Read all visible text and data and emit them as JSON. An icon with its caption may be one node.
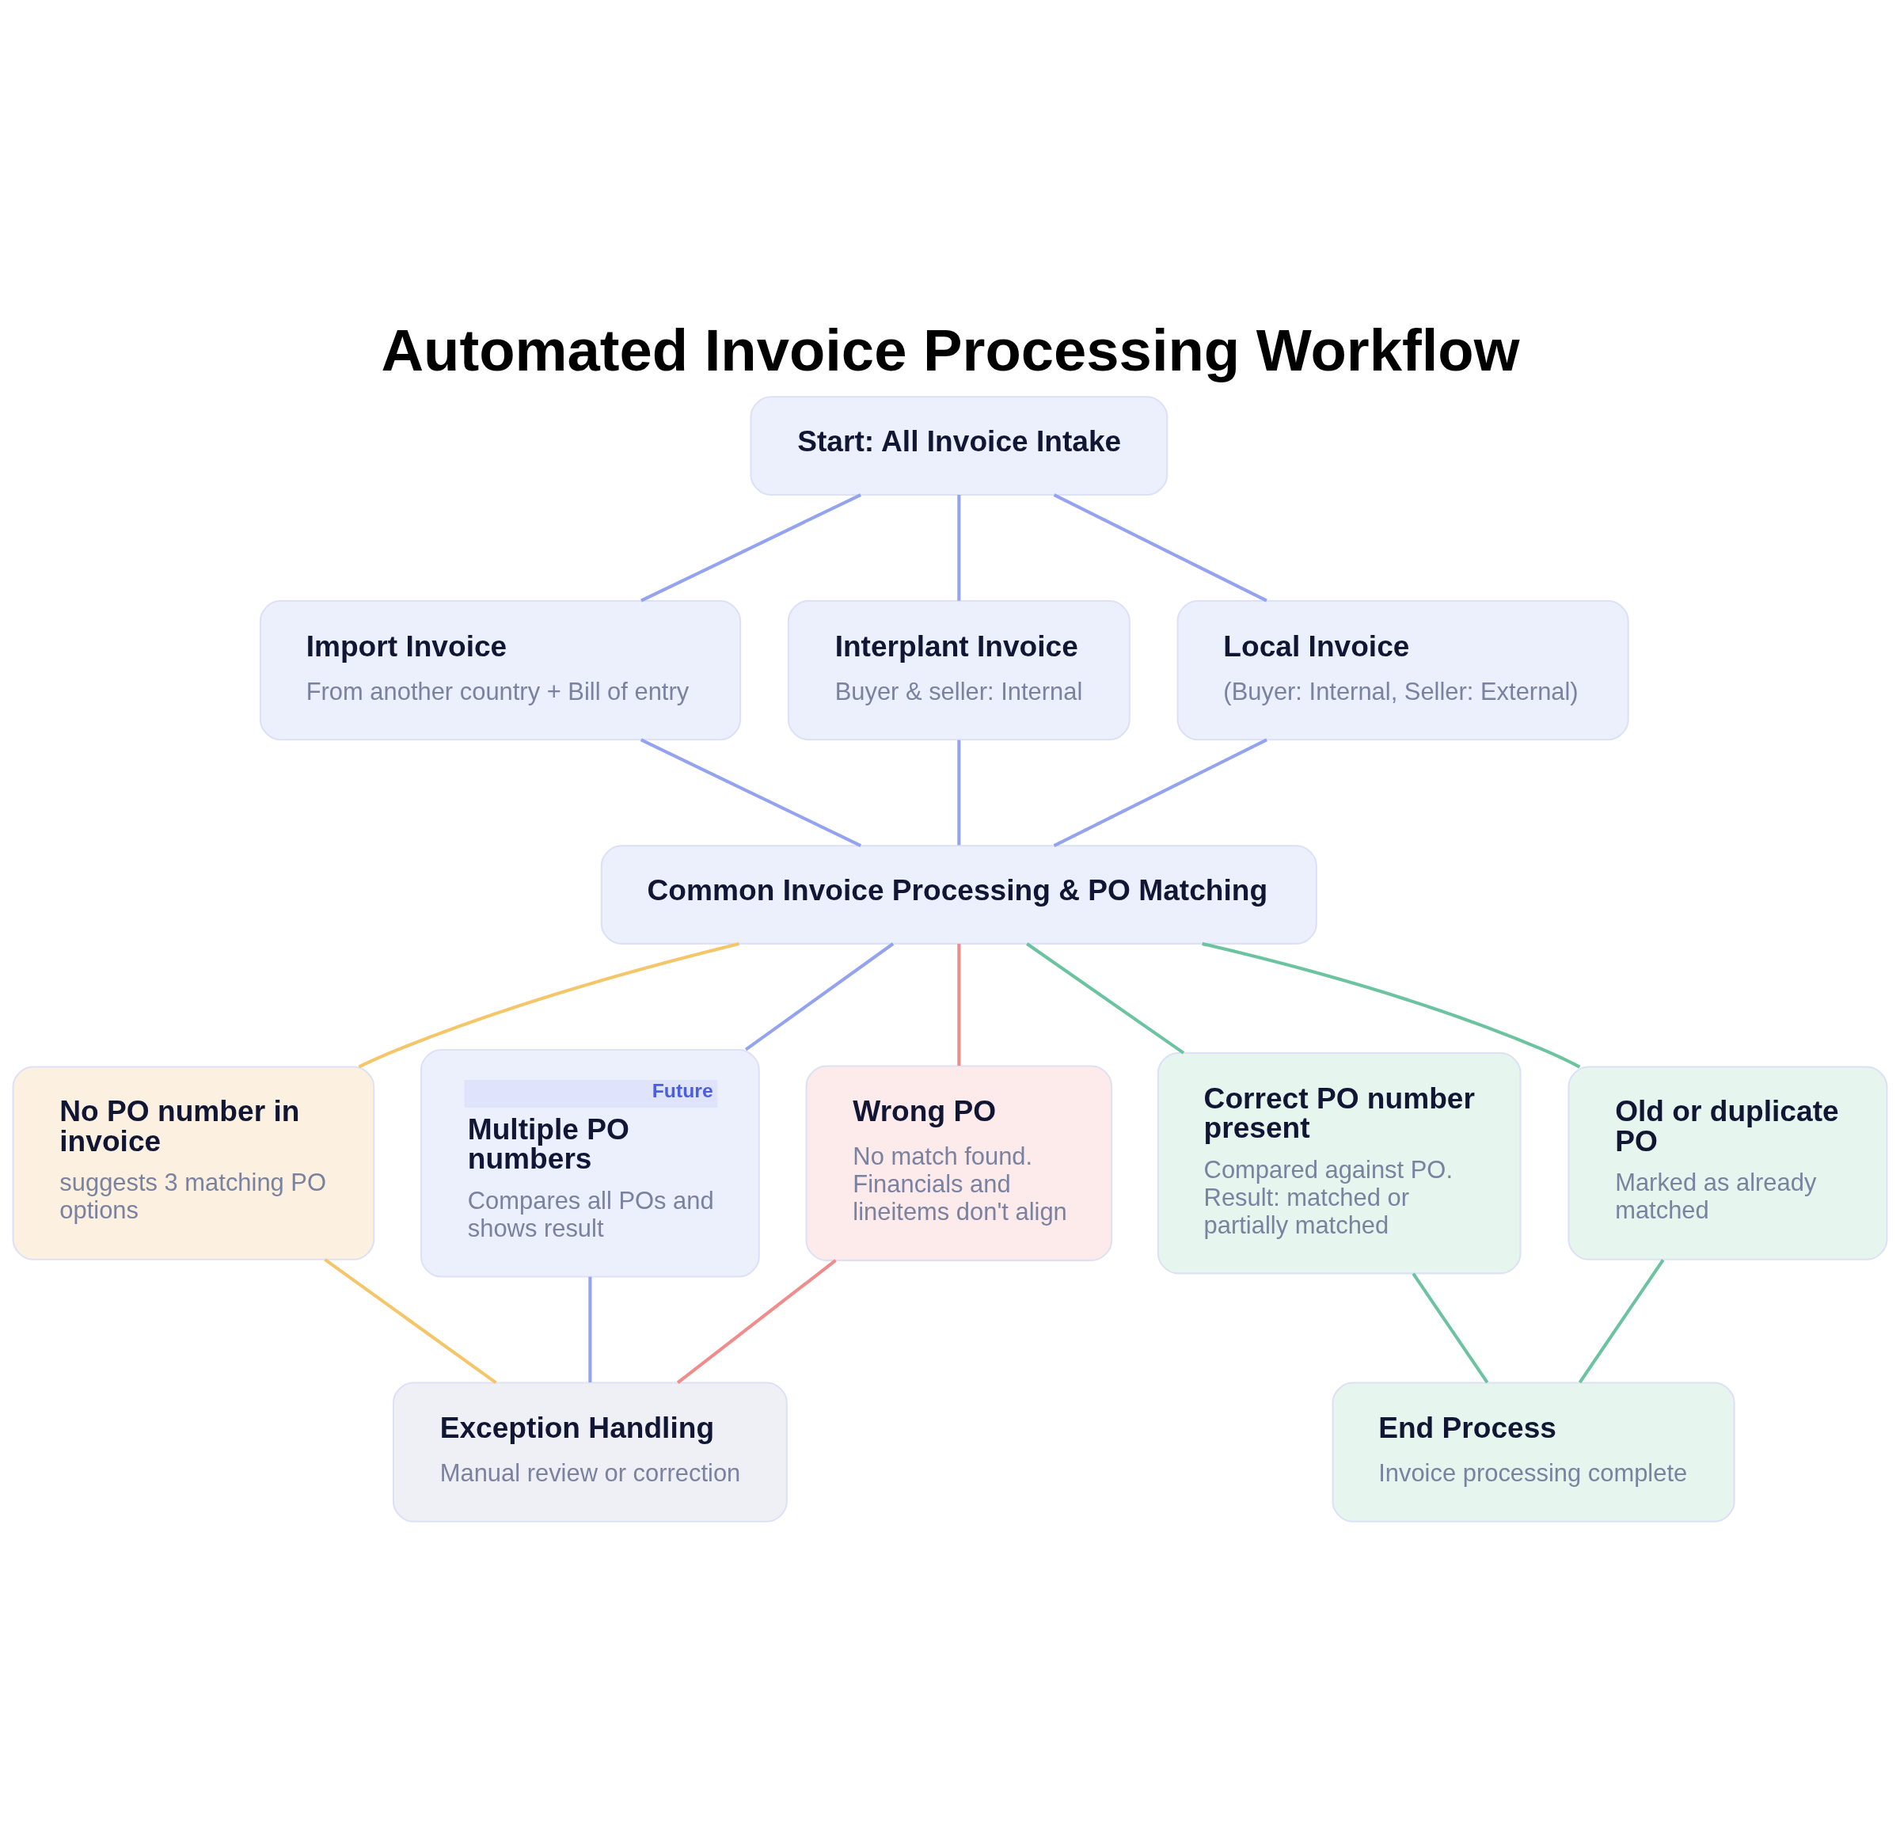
{
  "diagram": {
    "title": "Automated Invoice Processing Workflow",
    "nodes": [
      {
        "text": [
          "Start: All Invoice Intake"
        ]
      },
      {
        "text": [
          "Import Invoice",
          "From another country + Bill of entry"
        ]
      },
      {
        "text": [
          "Interplant Invoice",
          "Buyer & seller: Internal"
        ]
      },
      {
        "text": [
          "Local Invoice",
          "(Buyer: Internal, Seller: External)"
        ]
      },
      {
        "text": [
          "Common Invoice Processing & PO Matching"
        ]
      },
      {
        "text": [
          "No PO number in invoice",
          "suggests 3 matching PO options"
        ]
      },
      {
        "text": [
          "Correct PO number present",
          "Compared against PO. Result: matched or partially matched"
        ]
      },
      {
        "text": [
          "Future",
          "Multiple PO numbers",
          "Compares all POs and shows result"
        ]
      },
      {
        "text": [
          "Wrong PO",
          "No match found. Financials and lineitems don't align"
        ]
      },
      {
        "text": [
          "Old or duplicate PO",
          "Marked as already matched"
        ]
      },
      {
        "text": [
          "Exception Handling",
          "Manual review or correction"
        ]
      },
      {
        "text": [
          "End Process",
          "Invoice processing complete"
        ]
      }
    ],
    "edges": [
      {
        "from": 0,
        "to": 1,
        "arrow": "none"
      },
      {
        "from": 0,
        "to": 2,
        "arrow": "none"
      },
      {
        "from": 0,
        "to": 3,
        "arrow": "none"
      },
      {
        "from": 1,
        "to": 4,
        "arrow": "none"
      },
      {
        "from": 2,
        "to": 4,
        "arrow": "none"
      },
      {
        "from": 3,
        "to": 4,
        "arrow": "none"
      },
      {
        "from": 4,
        "to": 5,
        "arrow": "none",
        "color": "#f5c56a"
      },
      {
        "from": 4,
        "to": 6,
        "arrow": "none",
        "color": "#6cc3a0"
      },
      {
        "from": 4,
        "to": 7,
        "arrow": "none"
      },
      {
        "from": 4,
        "to": 8,
        "arrow": "none",
        "color": "#f08c8c"
      },
      {
        "from": 4,
        "to": 9,
        "arrow": "none",
        "color": "#6cc3a0"
      },
      {
        "from": 5,
        "to": 10,
        "arrow": "none",
        "color": "#f5c56a"
      },
      {
        "from": 6,
        "to": 11,
        "arrow": "none",
        "color": "#6cc3a0"
      },
      {
        "from": 7,
        "to": 10,
        "arrow": "none"
      },
      {
        "from": 8,
        "to": 10,
        "arrow": "none",
        "color": "#f08c8c"
      },
      {
        "from": 9,
        "to": 11,
        "arrow": "none",
        "color": "#6cc3a0"
      }
    ]
  }
}
